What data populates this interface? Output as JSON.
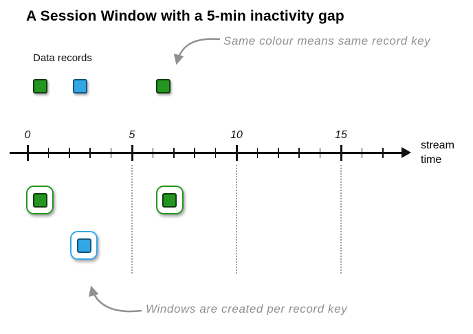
{
  "title": "A Session Window with a 5-min inactivity gap",
  "labels": {
    "data_records": "Data records",
    "stream_time": [
      "stream",
      "time"
    ],
    "same_colour_note": "Same colour means same record key",
    "windows_note": "Windows are created per record key"
  },
  "colors": {
    "green": "#22961e",
    "green_border": "#123c0e",
    "blue": "#33a6e6",
    "blue_border": "#0f577d",
    "axis": "#111111",
    "annotation": "#909090",
    "gridline": "#a0a0a0"
  },
  "chart_data": {
    "type": "timeline",
    "title": "A Session Window with a 5-min inactivity gap",
    "axis": {
      "min": 0,
      "max": 17,
      "minor_interval": 1,
      "major_ticks": [
        {
          "value": 0,
          "label": "0"
        },
        {
          "value": 5,
          "label": "5"
        },
        {
          "value": 10,
          "label": "10"
        },
        {
          "value": 15,
          "label": "15"
        }
      ],
      "axis_label": "stream time"
    },
    "dotted_gridlines_at": [
      5,
      10,
      15
    ],
    "top_records": [
      {
        "color": "green",
        "t": 0.6
      },
      {
        "color": "blue",
        "t": 2.5
      },
      {
        "color": "green",
        "t": 6.5
      }
    ],
    "session_windows": [
      {
        "color": "green",
        "t": 0.6,
        "row": 0
      },
      {
        "color": "green",
        "t": 6.8,
        "row": 0
      },
      {
        "color": "blue",
        "t": 2.7,
        "row": 1
      }
    ]
  }
}
